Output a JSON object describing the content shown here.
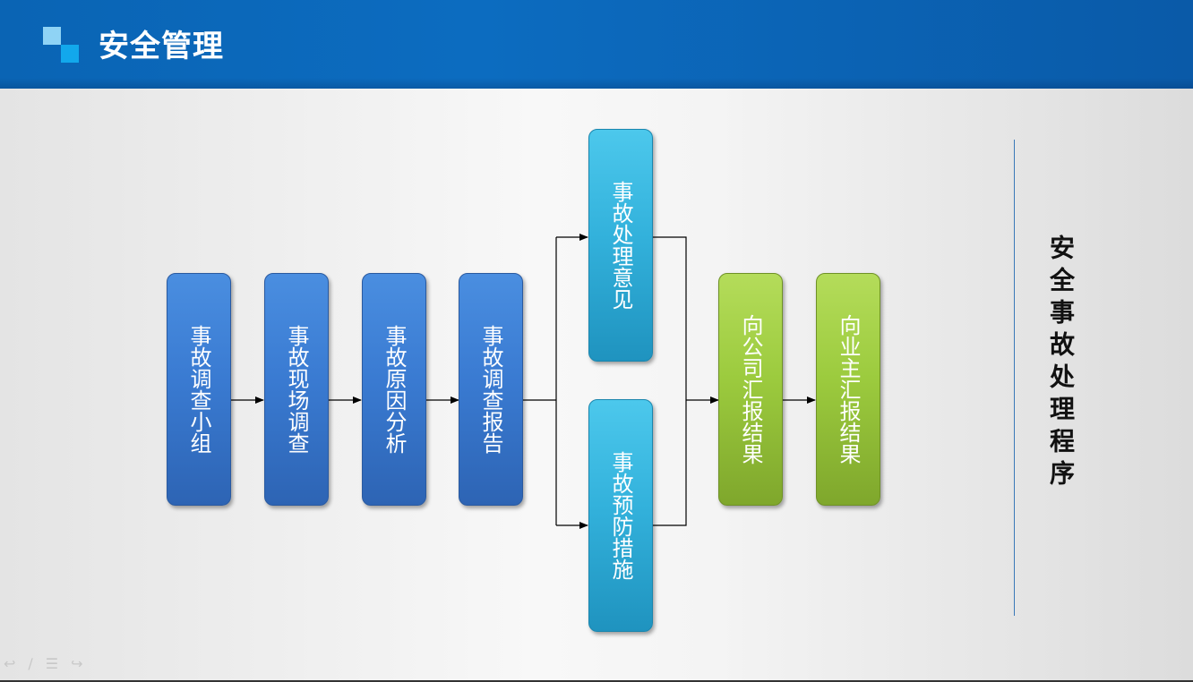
{
  "header": {
    "title": "安全管理"
  },
  "side_title": "安全事故处理程序",
  "steps": [
    {
      "label": "事故调查小组"
    },
    {
      "label": "事故现场调查"
    },
    {
      "label": "事故原因分析"
    },
    {
      "label": "事故调查报告"
    }
  ],
  "branches": [
    {
      "label": "事故处理意见"
    },
    {
      "label": "事故预防措施"
    }
  ],
  "results": [
    {
      "label": "向公司汇报结果"
    },
    {
      "label": "向业主汇报结果"
    }
  ],
  "icons": [
    "back-arrow-icon",
    "pen-icon",
    "menu-icon",
    "forward-arrow-icon"
  ],
  "colors": {
    "header": "#0a64b4",
    "step": "#3a7bd2",
    "branch": "#33b2dc",
    "result": "#9ccb3e"
  }
}
